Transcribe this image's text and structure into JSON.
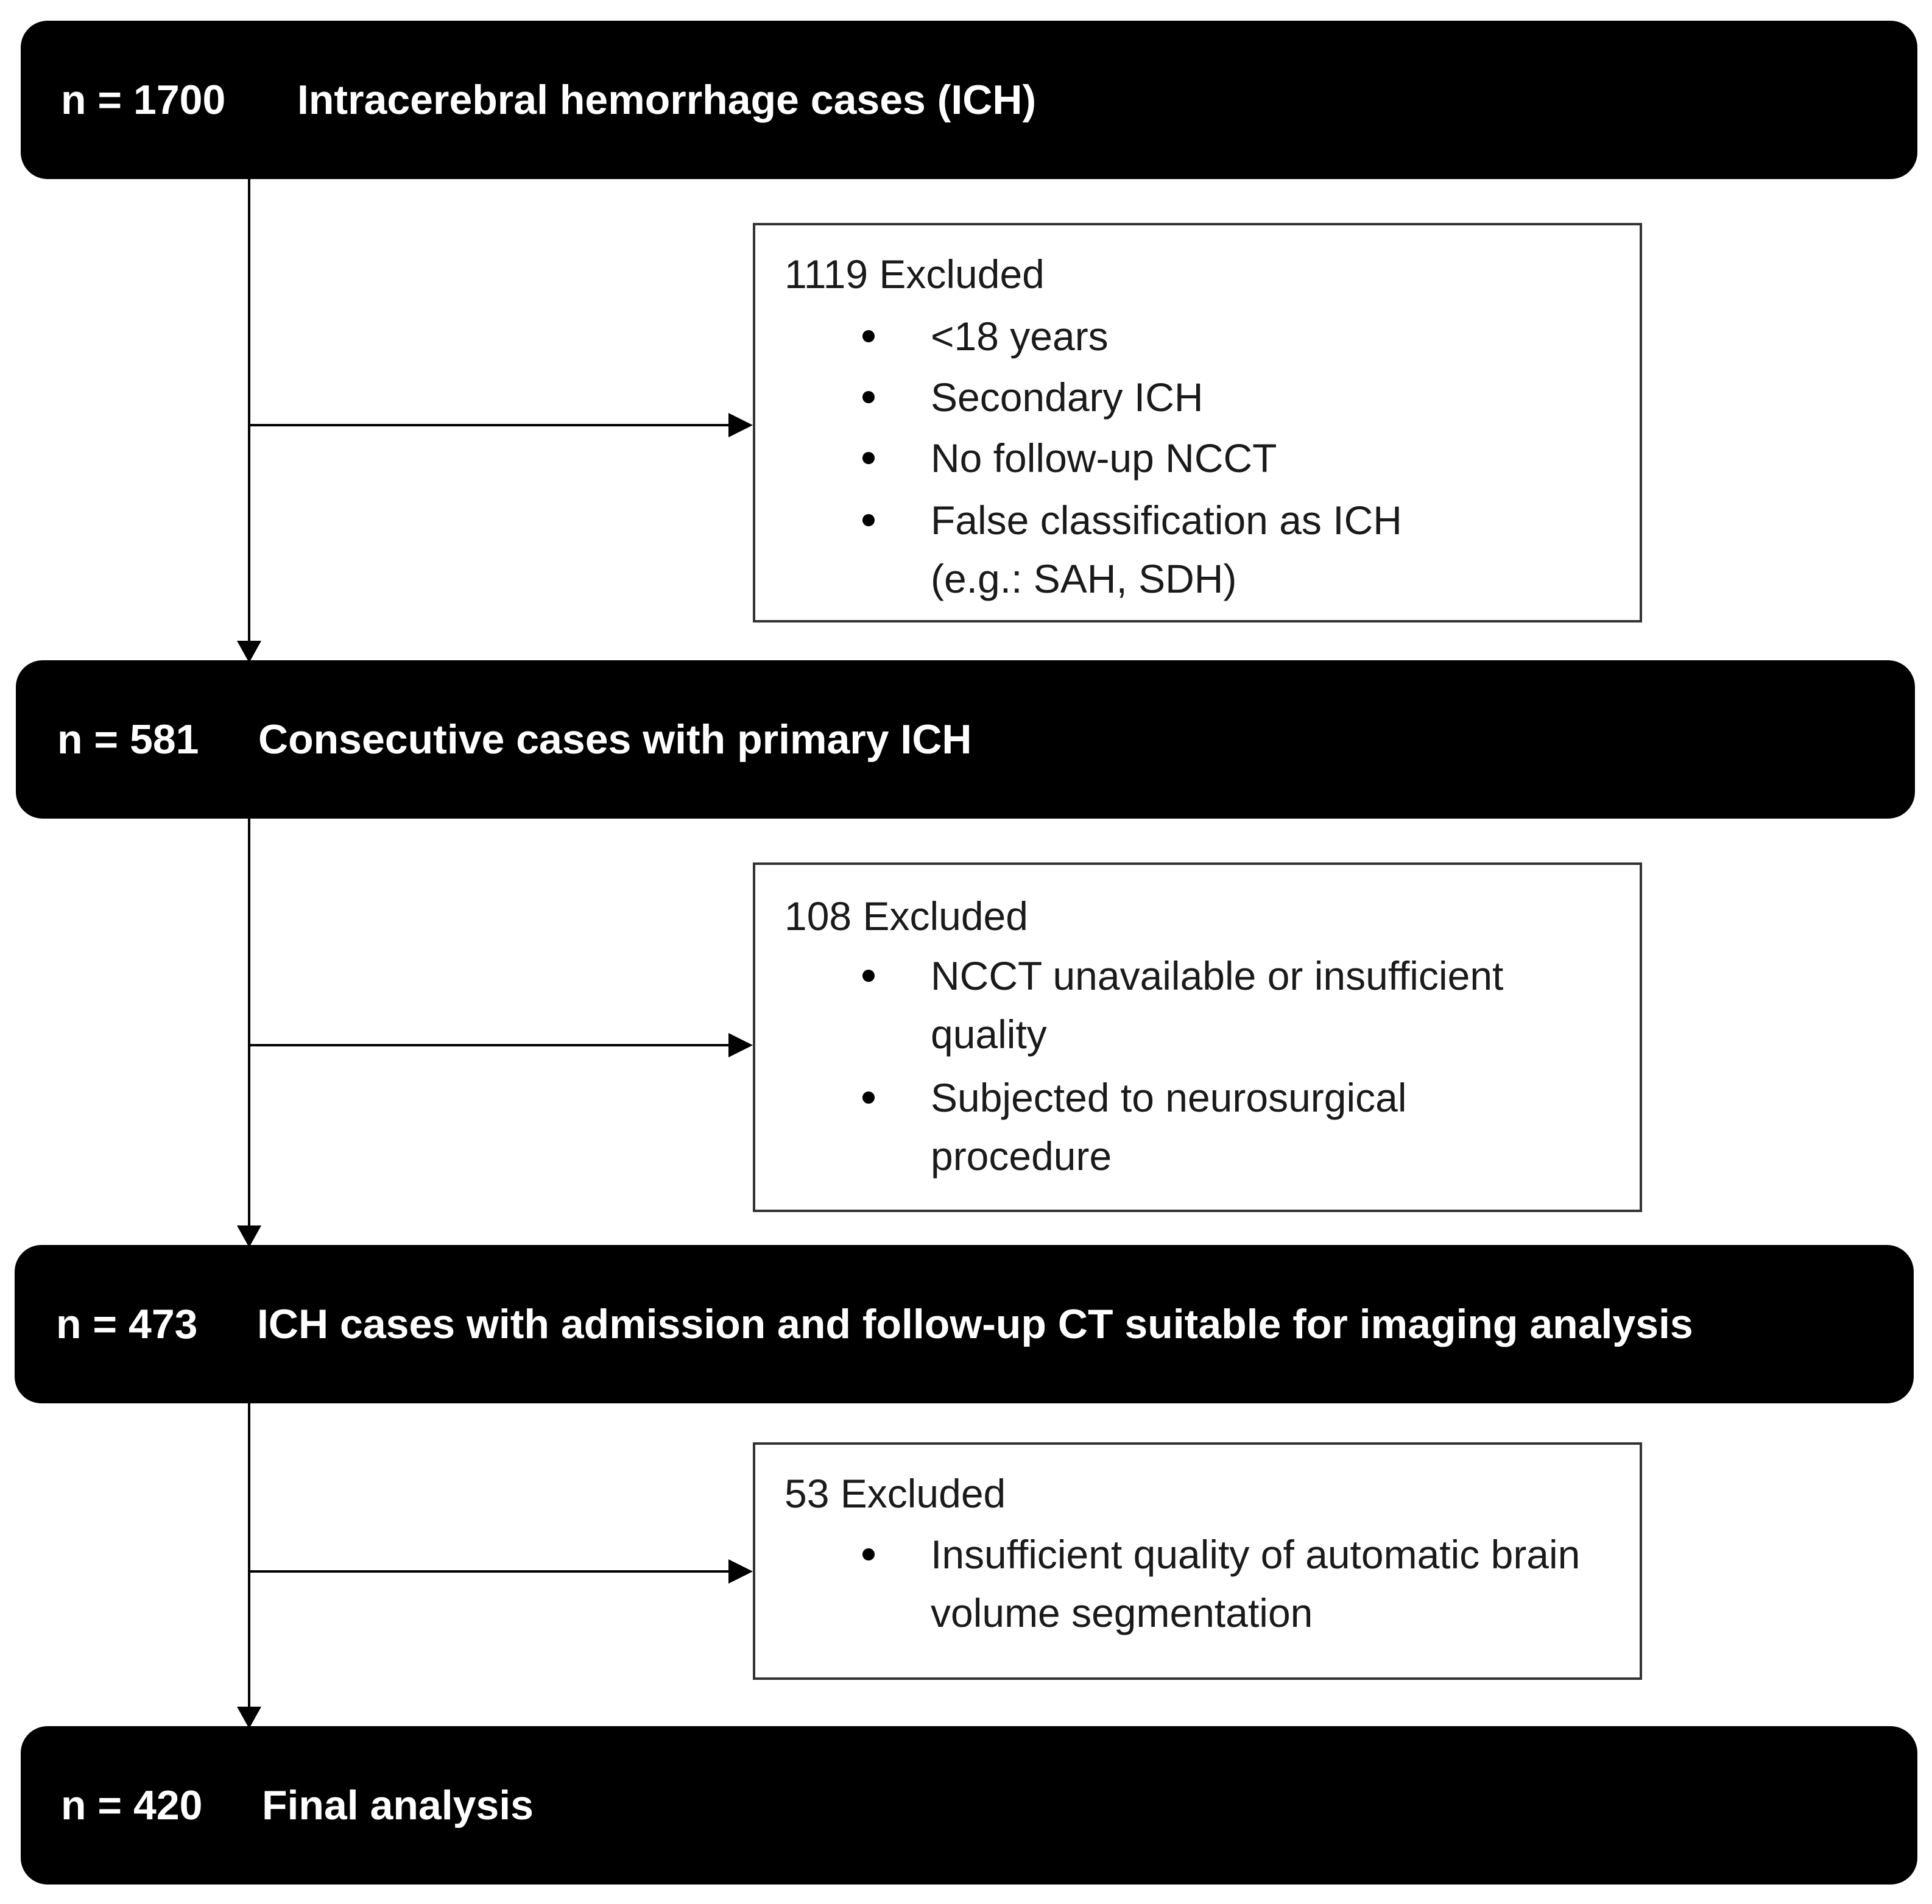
{
  "stages": [
    {
      "count": "n = 1700",
      "label": "Intracerebral hemorrhage cases (ICH)"
    },
    {
      "count": "n = 581",
      "label": "Consecutive cases with primary ICH"
    },
    {
      "count": "n = 473",
      "label": "ICH cases with admission and follow-up CT suitable for imaging analysis"
    },
    {
      "count": "n = 420",
      "label": "Final analysis"
    }
  ],
  "exclusions": [
    {
      "heading": "1119 Excluded",
      "items": [
        "<18 years",
        "Secondary ICH",
        "No follow-up NCCT",
        "False classification as ICH (e.g.: SAH, SDH)"
      ]
    },
    {
      "heading": "108 Excluded",
      "items": [
        "NCCT unavailable or insufficient quality",
        "Subjected to neurosurgical procedure"
      ]
    },
    {
      "heading": "53 Excluded",
      "items": [
        "Insufficient quality of automatic brain volume segmentation"
      ]
    }
  ]
}
